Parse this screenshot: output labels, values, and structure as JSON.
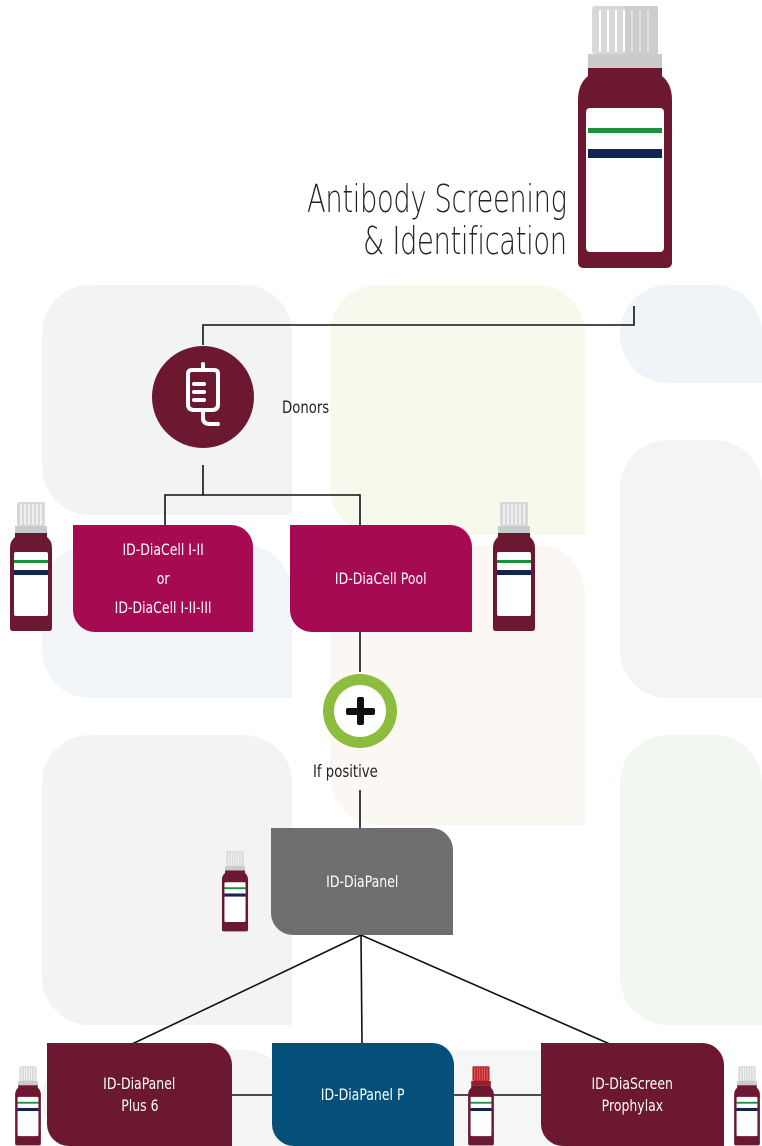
{
  "title": {
    "line1": "Antibody Screening",
    "line2": "& Identification"
  },
  "donors": {
    "icon": "iv-bag-icon",
    "label": "Donors"
  },
  "nodes": {
    "diacell_1": "ID-DiaCell I-II",
    "diacell_or": "or",
    "diacell_2": "ID-DiaCell I-II-III",
    "diacell_pool": "ID-DiaCell Pool",
    "positive_label": "If positive",
    "diapanel": "ID-DiaPanel",
    "diapanel_plus6_1": "ID-DiaPanel",
    "diapanel_plus6_2": "Plus 6",
    "diapanel_p": "ID-DiaPanel P",
    "diascreen_1": "ID-DiaScreen",
    "diascreen_2": "Prophylax"
  },
  "colors": {
    "magenta": "#a60a52",
    "maroon": "#6b1830",
    "gray": "#6d6e70",
    "blue": "#05507a",
    "green": "#8cbd3f",
    "vial_red": "#6b1830",
    "label_green": "#1a8f3c",
    "label_navy": "#10264f"
  }
}
